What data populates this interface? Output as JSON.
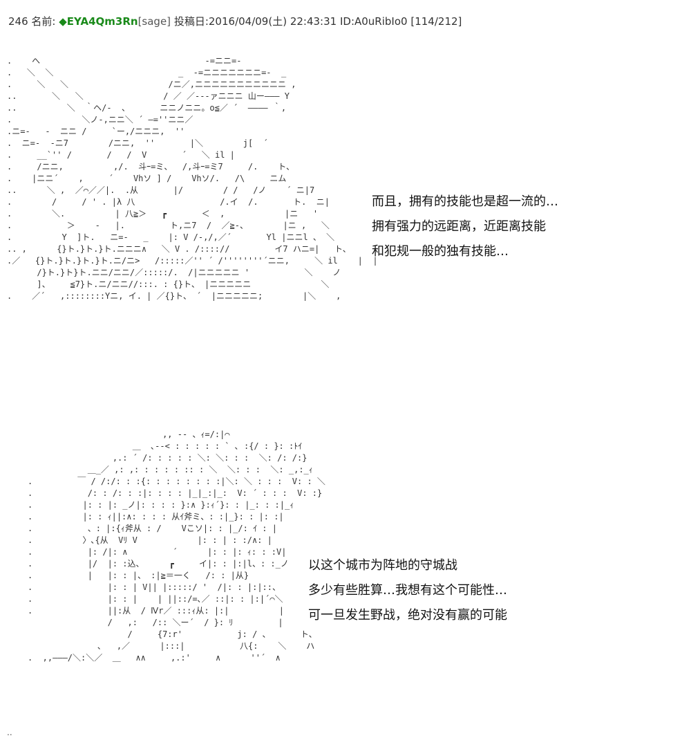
{
  "post": {
    "number": "246",
    "name_label": "名前:",
    "name": "◆EYA4Qm3Rn",
    "mail": "[sage]",
    "date_label": "投稿日:",
    "date": "2016/04/09(土) 22:43:31",
    "id": "ID:A0uRibIo0",
    "counter": "[114/212]"
  },
  "ascii_art": [
    {
      "name": "art-warrior",
      "lines": [
        ".    へ                                 -=ニニ=-",
        ".   ＼  ＼                         _  -=ニニニニニニニ=-  _",
        ".     ＼   ＼                    /ニ／,ニニニニニニニニニニニ ,",
        "..       ＼   ＼                / ／ ／---ァニニニ 山ー――― Y",
        "..          ＼  ｀ヘ/-  、      ニニノニニ。o≦／ ´  ―――― ｀,",
        ".              ＼ノ-,ニニ＼ ´ ―=''ニニ／",
        ".ニ=-   -  ニニ /     `ー,/ニニニ,  ''",
        ".  ニ=-  -ニ7        /ニニ,  ''       |＼        j[  ´",
        ".     __`'' /       /   /  V       ´   ＼ il |",
        ".     /ニニ,          ,/.  斗ｰ=ミ、  /,斗ｰ=ミ7     /.    ト、",
        ".    |ニニ´    ,     ´    Vhソ ] /    Vhソ/.   /\\     ニム",
        "..      ＼ ,  ／⌒／／|.  .从       |/        / /   /ノ    ´ ニ|7",
        ".        /     / ' . |λ 八                 /.イ  /.       ト.  ニ|",
        ".        ＼.          | 八≧＞   ┏       ＜  ,            |ニ   '",
        ".           ＞    -   |.         ト,ニ7  /  ／≧-、       |ニ ,   ＼",
        ".          Y  ]ト.   ニ=-   _    |: V /-,/,／´       Yl |ニニl 、 ＼",
        ".. ,      {}ト.}ト.}ト.ニニニ∧   ＼ V . /:::://         イ7 ハニ=|   ト、",
        ".／   {}ト.}ト.}ト.}ト.ニ/ニ>   /:::::／'' ´ /''''''''´ニニ,     ＼ il    |  |",
        "      /}ト.}ト}ト.ニニ/ニニ/／:::::/.  /|ニニニニニ '           ＼    ノ",
        "      ]、    ≦7}ト.ニ/ニニ//:::. : {}ト、 |ニニニニニ              ＼",
        ".    ／´   ,::::::::Yニ, イ. | ／{}ト、 ´  |ニニニニニ;        |＼    ,"
      ]
    },
    {
      "name": "art-castle-girl",
      "lines": [
        "                           ,, -‐ 、ｨ=/:|⌒",
        "                     ＿  ､-‐< : : : : : ` ､ :{/ : }: :ﾄｲ",
        "                 ,.: ´ /: : : : : ＼: ＼: : :  ＼: /: /:}",
        "            ＿_／ ,: ,: : : : : :: : ＼  ＼: : :  ＼: _,:_ｨ",
        ".         ￣ / /:/: : :{: : : : : : : :|＼: ＼ : : :  V: : ＼",
        ".           /: : /: : :|: : : : |_|_:|_:  V: ´ : : :  V: :}",
        ".          |: : |: _ノ|: : : : }:∧ }:ｨ´}: : |_: : :|_ｨ",
        ".          |: : ｨ||:∧: : : : 从ｲ斧ミ、: :|_}: : |: :|",
        ".           、: |:{ｨ斧从 : /    Vこソ|: : |_/: ｲ : |",
        ".          〉､{从  Vﾘ V            |: : | : :/∧: |",
        ".           |: /|: ∧         ´      |: : |: ｨ: : :V|",
        ".           |/  |: :込、     ┏     イ|: : |:|l、: :_ノ",
        ".           |   |: : |、 :|≧＝一く   /: : |从}",
        ".               |: : | V|| |:::::/ '  /|: : |:|::、",
        ".               |: : |    | ||::/=､／ ::|: : |:|´⌒＼",
        ".               ||:从  / Ⅳr／ :::ｨ从: |:|          |",
        "                /   ,:   /:: ＼ー´  / }: ﾘ         |",
        "                    /     {7:r'           j: / 、      ト、",
        "              ､   ,／      |:::|           八{:    ＼    ハ",
        ".  ,,―――/＼:＼／  ＿   ∧∧     ,.:'     ∧      ''´  ∧"
      ]
    }
  ],
  "dialogue_blocks": [
    {
      "lines": [
        "而且，拥有的技能也是超一流的…",
        "拥有强力的远距离，近距离技能",
        "和犯规一般的独有技能…"
      ]
    },
    {
      "lines": [
        "以这个城市为阵地的守城战",
        "多少有些胜算…我想有这个可能性…",
        "可一旦发生野战，绝对没有赢的可能"
      ]
    }
  ],
  "footer_dots": ".."
}
